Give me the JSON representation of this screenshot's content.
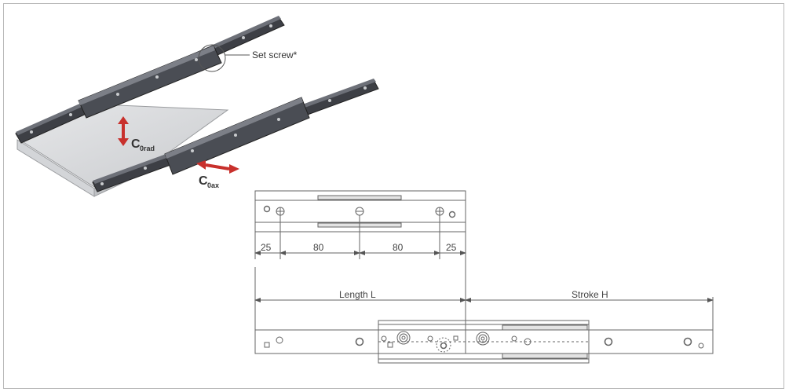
{
  "callouts": {
    "set_screw": "Set screw*",
    "c_main": "C",
    "c_orad_sub": "0rad",
    "c_oax_sub": "0ax"
  },
  "dimensions": {
    "d1": "25",
    "d2": "80",
    "d3": "80",
    "d4": "25",
    "length": "Length  L",
    "stroke": "Stroke  H"
  },
  "colors": {
    "arrow_red": "#c8302c",
    "rail_dark": "#3a3c42",
    "line": "#555555"
  }
}
